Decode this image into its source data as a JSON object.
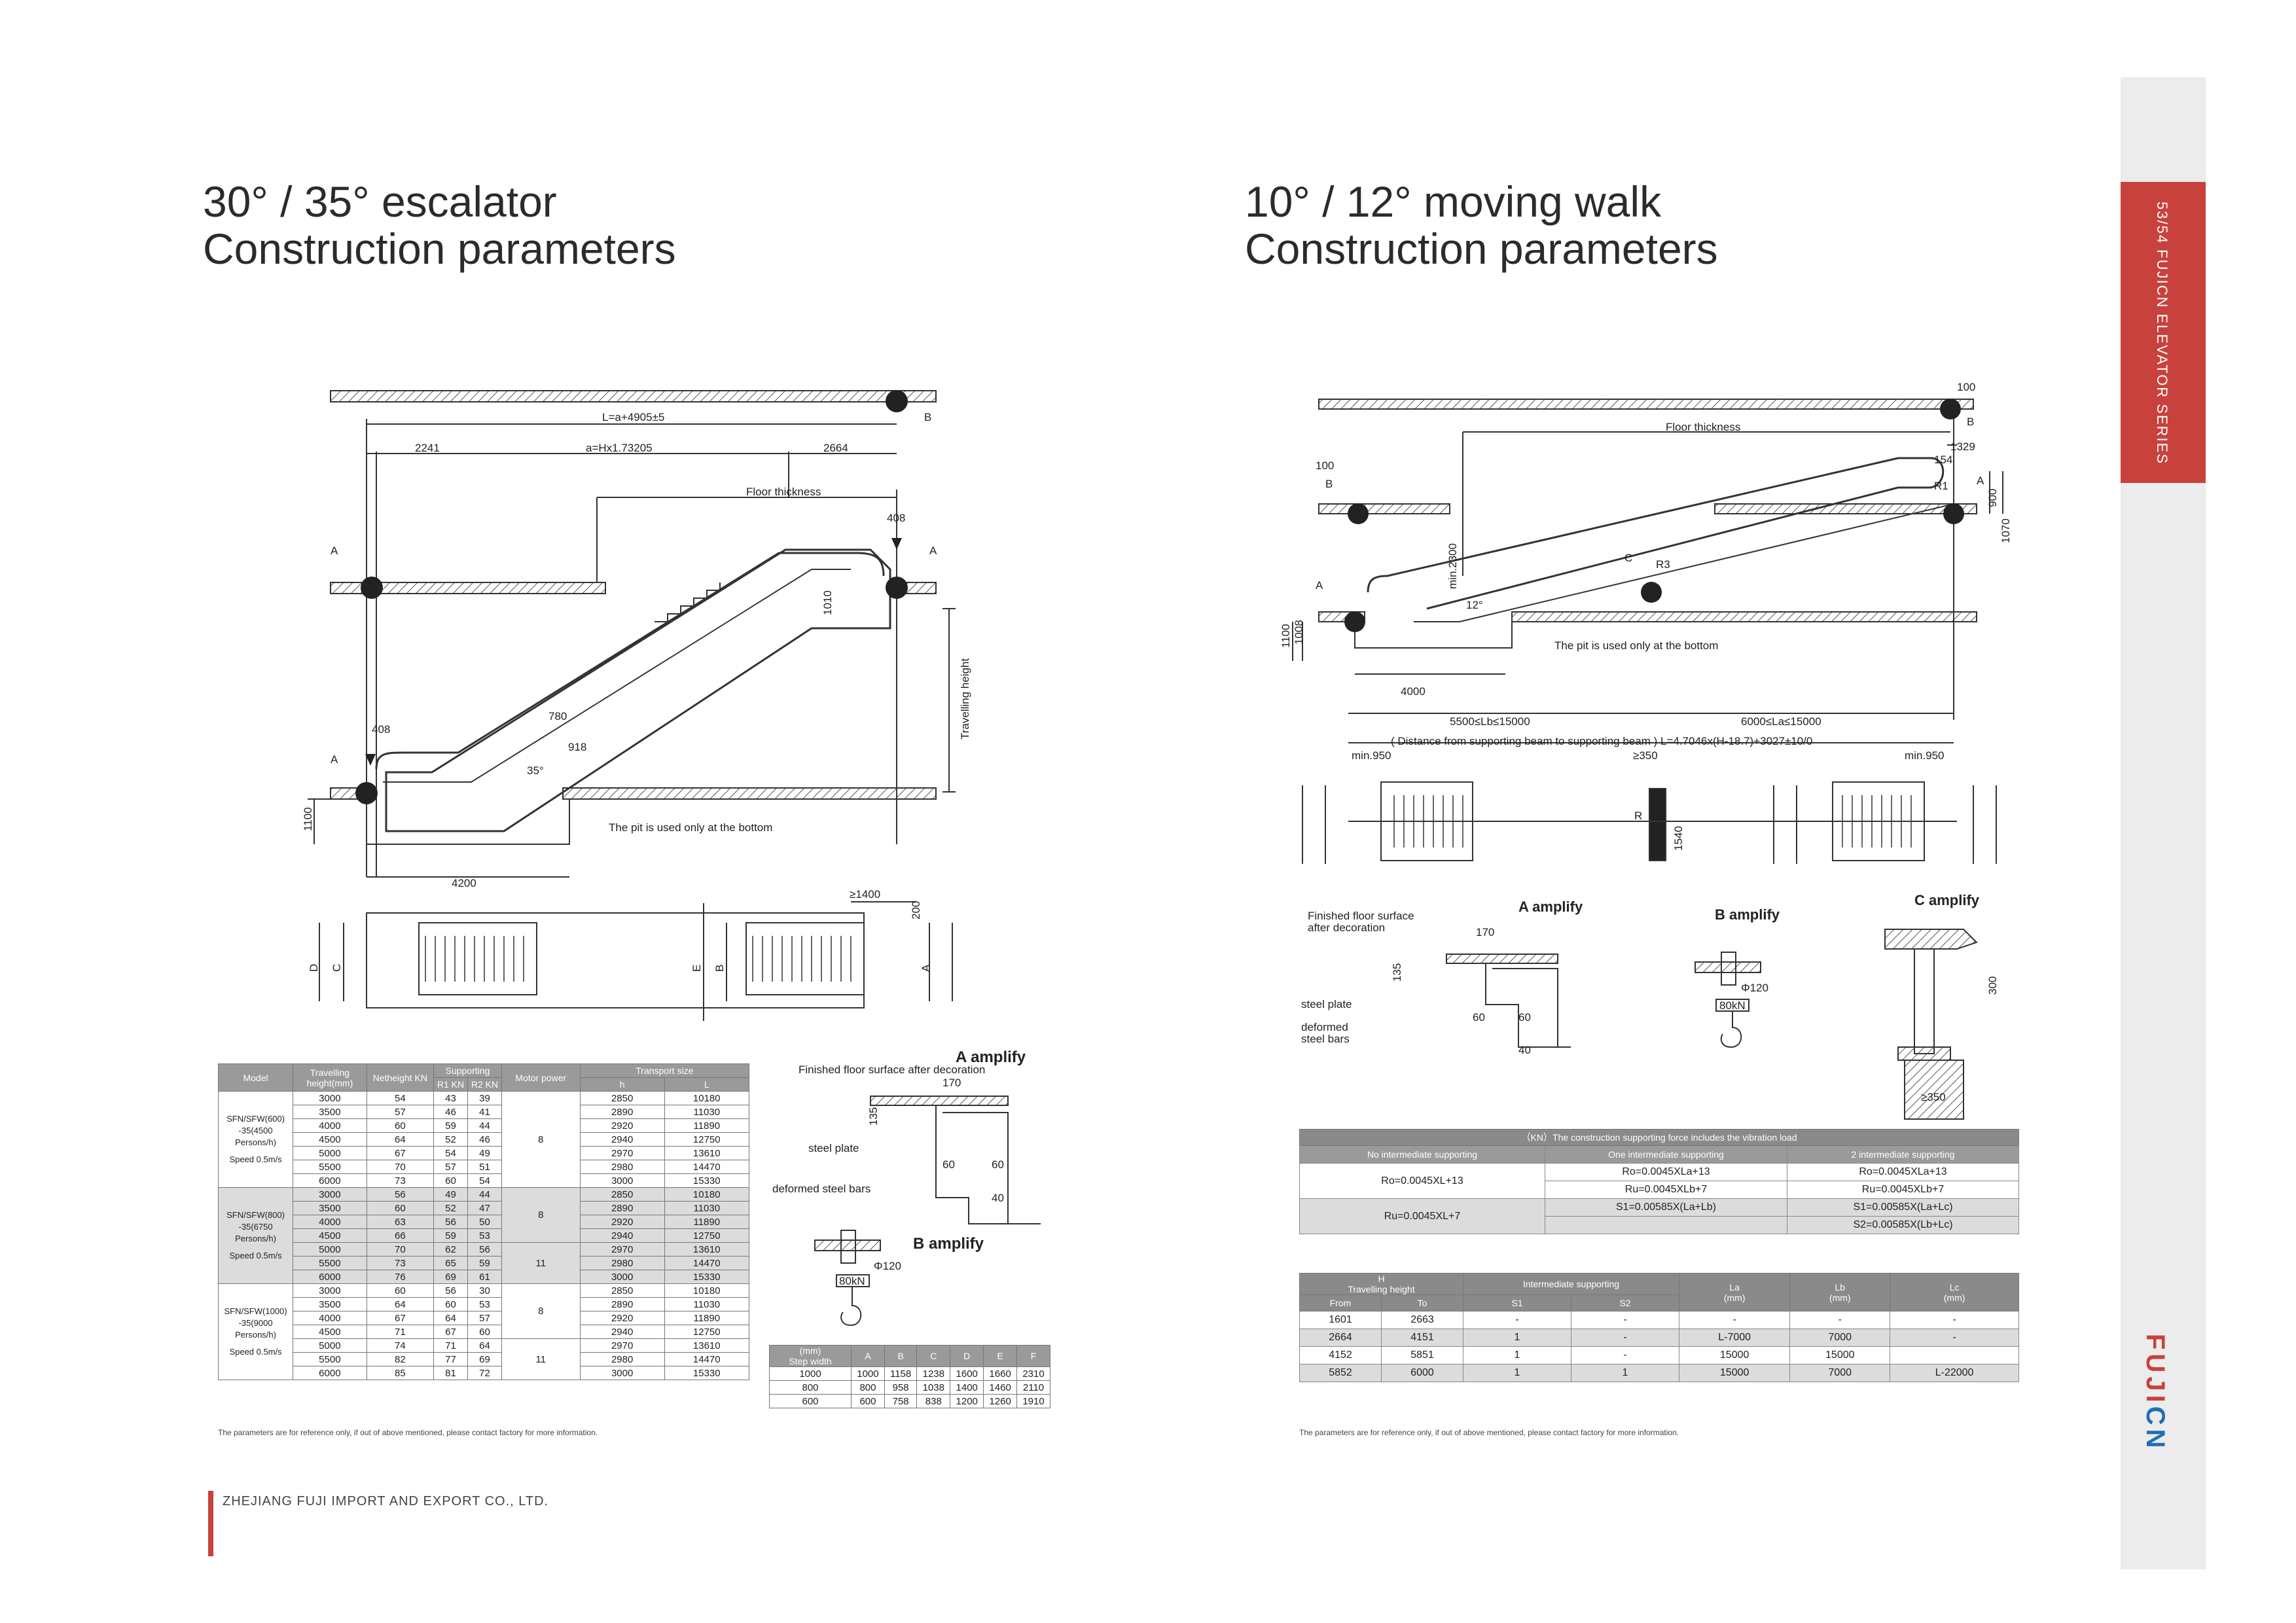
{
  "left": {
    "title_line1": "30° / 35° escalator",
    "title_line2": "Construction parameters",
    "drawing": {
      "length_formula": "L=a+4905±5",
      "dim_2241": "2241",
      "a_formula": "a=Hx1.73205",
      "dim_2664": "2664",
      "floor_thickness": "Floor thickness",
      "dim_408_top": "408",
      "dim_408_bottom": "408",
      "dim_1010": "1010",
      "dim_780": "780",
      "dim_918": "918",
      "angle": "35°",
      "dim_1100": "1100",
      "dim_4200": "4200",
      "pit_note": "The pit is used only at the bottom",
      "travelling_height": "Travelling height",
      "label_a": "A",
      "label_b": "B",
      "dim_1400": "≥1400",
      "dim_200": "200",
      "plan_d": "D",
      "plan_c": "C",
      "plan_e": "E",
      "plan_b": "B",
      "plan_a": "A"
    },
    "a_amplify": {
      "title": "A  amplify",
      "finished_floor": "Finished floor surface after decoration",
      "dim_170": "170",
      "dim_135": "135",
      "steel_plate": "steel plate",
      "deformed_bars": "deformed steel bars",
      "dim_60a": "60",
      "dim_60b": "60",
      "dim_40": "40"
    },
    "b_amplify": {
      "title": "B  amplify",
      "phi": "Φ120",
      "load": "80kN"
    },
    "table": {
      "headers": {
        "model": "Model",
        "travel_height": "Travelling height(mm)",
        "net_weight": "Netheight KN",
        "supporting": "Supporting",
        "r1": "R1 KN",
        "r2": "R2 KN",
        "motor": "Motor power",
        "transport": "Transport size",
        "h": "h",
        "l": "L"
      },
      "groups": [
        {
          "model": [
            "SFN/SFW(600)",
            "-35(4500",
            "Persons/h)",
            "",
            "Speed 0.5m/s"
          ],
          "rows": [
            [
              "3000",
              "54",
              "43",
              "39",
              "2850",
              "10180"
            ],
            [
              "3500",
              "57",
              "46",
              "41",
              "2890",
              "11030"
            ],
            [
              "4000",
              "60",
              "59",
              "44",
              "2920",
              "11890"
            ],
            [
              "4500",
              "64",
              "52",
              "46",
              "2940",
              "12750"
            ],
            [
              "5000",
              "67",
              "54",
              "49",
              "2970",
              "13610"
            ],
            [
              "5500",
              "70",
              "57",
              "51",
              "2980",
              "14470"
            ],
            [
              "6000",
              "73",
              "60",
              "54",
              "3000",
              "15330"
            ]
          ],
          "motor": [
            {
              "value": "8",
              "span": 7
            }
          ]
        },
        {
          "model": [
            "SFN/SFW(800)",
            "-35(6750",
            "Persons/h)",
            "",
            "Speed 0.5m/s"
          ],
          "rows": [
            [
              "3000",
              "56",
              "49",
              "44",
              "2850",
              "10180"
            ],
            [
              "3500",
              "60",
              "52",
              "47",
              "2890",
              "11030"
            ],
            [
              "4000",
              "63",
              "56",
              "50",
              "2920",
              "11890"
            ],
            [
              "4500",
              "66",
              "59",
              "53",
              "2940",
              "12750"
            ],
            [
              "5000",
              "70",
              "62",
              "56",
              "2970",
              "13610"
            ],
            [
              "5500",
              "73",
              "65",
              "59",
              "2980",
              "14470"
            ],
            [
              "6000",
              "76",
              "69",
              "61",
              "3000",
              "15330"
            ]
          ],
          "motor": [
            {
              "value": "8",
              "span": 4
            },
            {
              "value": "11",
              "span": 3
            }
          ]
        },
        {
          "model": [
            "SFN/SFW(1000)",
            "-35(9000",
            "Persons/h)",
            "",
            "Speed 0.5m/s"
          ],
          "rows": [
            [
              "3000",
              "60",
              "56",
              "30",
              "2850",
              "10180"
            ],
            [
              "3500",
              "64",
              "60",
              "53",
              "2890",
              "11030"
            ],
            [
              "4000",
              "67",
              "64",
              "57",
              "2920",
              "11890"
            ],
            [
              "4500",
              "71",
              "67",
              "60",
              "2940",
              "12750"
            ],
            [
              "5000",
              "74",
              "71",
              "64",
              "2970",
              "13610"
            ],
            [
              "5500",
              "82",
              "77",
              "69",
              "2980",
              "14470"
            ],
            [
              "6000",
              "85",
              "81",
              "72",
              "3000",
              "15330"
            ]
          ],
          "motor": [
            {
              "value": "8",
              "span": 4
            },
            {
              "value": "11",
              "span": 3
            }
          ]
        }
      ],
      "note": "The parameters are for reference only, if out of above mentioned, please contact factory for more information."
    },
    "step_table": {
      "head1": "(mm)",
      "head2": "Step width",
      "cols": [
        "A",
        "B",
        "C",
        "D",
        "E",
        "F"
      ],
      "rows": [
        [
          "1000",
          "1000",
          "1158",
          "1238",
          "1600",
          "1660",
          "2310"
        ],
        [
          "800",
          "800",
          "958",
          "1038",
          "1400",
          "1460",
          "2110"
        ],
        [
          "600",
          "600",
          "758",
          "838",
          "1200",
          "1260",
          "1910"
        ]
      ]
    }
  },
  "right": {
    "title_line1": "10°  / 12°  moving walk",
    "title_line2": "Construction parameters",
    "drawing": {
      "dim_100_top": "100",
      "floor_thickness": "Floor thickness",
      "dim_1329": "1329",
      "dim_154": "154",
      "r1": "R1",
      "dim_100_left": "100",
      "dim_900": "900",
      "dim_1070": "1070",
      "min_2300": "min.2300",
      "r3": "R3",
      "label_c": "C",
      "angle": "12°",
      "dim_1100": "1100",
      "dim_1008": "1008",
      "pit_note": "The pit is used only at the bottom",
      "dim_4000": "4000",
      "lb_range": "5500≤Lb≤15000",
      "la_range": "6000≤La≤15000",
      "formula": "( Distance from supporting beam to supporting beam ) L=4.7046x(H-18.7)+3027±10/0",
      "min_950_left": "min.950",
      "min_950_right": "min.950",
      "dim_350": "≥350",
      "dim_1540": "1540",
      "label_r": "R",
      "label_a": "A",
      "label_b": "B"
    },
    "a_amplify": {
      "title": "A amplify",
      "finished_floor_1": "Finished floor surface",
      "finished_floor_2": "after decoration",
      "dim_170": "170",
      "dim_135": "135",
      "steel_plate": "steel plate",
      "deformed_1": "deformed",
      "deformed_2": "steel bars",
      "dim_60a": "60",
      "dim_60b": "60",
      "dim_40": "40"
    },
    "b_amplify": {
      "title": "B amplify",
      "phi": "Φ120",
      "load": "80kN"
    },
    "c_amplify": {
      "title": "C amplify",
      "dim_300": "300",
      "dim_350": "≥350"
    },
    "kn_table": {
      "header": "（KN）The construction supporting force includes the vibration load",
      "col1": "No intermediate supporting",
      "col2": "One intermediate supporting",
      "col3": "2 intermediate supporting",
      "r1c1": "Ro=0.0045XL+13",
      "r1c2a": "Ro=0.0045XLa+13",
      "r1c2b": "Ru=0.0045XLb+7",
      "r1c3a": "Ro=0.0045XLa+13",
      "r1c3b": "Ru=0.0045XLb+7",
      "r2c1": "Ru=0.0045XL+7",
      "r2c2a": "S1=0.00585X(La+Lb)",
      "r2c3a": "S1=0.00585X(La+Lc)",
      "r2c3b": "S2=0.00585X(Lb+Lc)"
    },
    "h_table": {
      "h": "H",
      "travel": "Travelling height",
      "from": "From",
      "to": "To",
      "inter": "Intermediate supporting",
      "s1": "S1",
      "s2": "S2",
      "la": "La",
      "lb": "Lb",
      "lc": "Lc",
      "mm": "(mm)",
      "rows": [
        [
          "1601",
          "2663",
          "-",
          "-",
          "-",
          "-",
          "-"
        ],
        [
          "2664",
          "4151",
          "1",
          "-",
          "L-7000",
          "7000",
          "-"
        ],
        [
          "4152",
          "5851",
          "1",
          "-",
          "15000",
          "15000",
          ""
        ],
        [
          "5852",
          "6000",
          "1",
          "1",
          "15000",
          "7000",
          "L-22000"
        ]
      ]
    },
    "note": "The parameters are for reference only, if out of above mentioned, please contact factory for more information."
  },
  "footer": {
    "company": "ZHEJIANG FUJI IMPORT AND EXPORT CO., LTD."
  },
  "sidebar": {
    "page_series": "53/54    FUJICN ELEVATOR SERIES",
    "logo_a": "FUJI",
    "logo_b": "CN"
  }
}
